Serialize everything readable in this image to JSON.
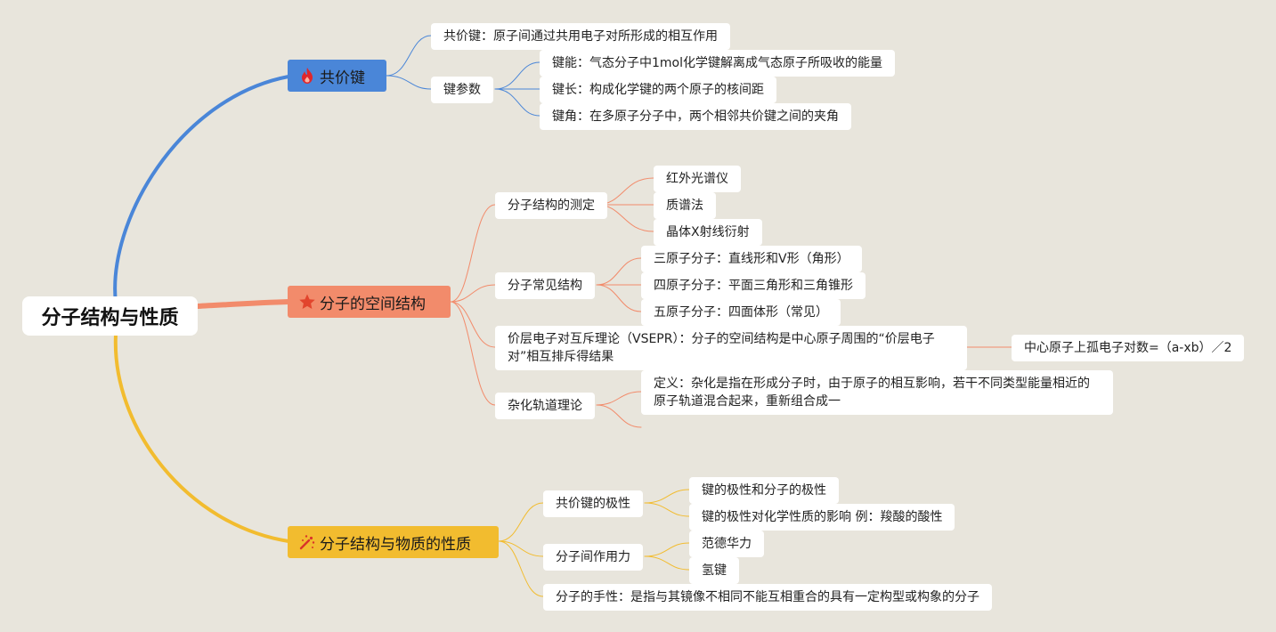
{
  "root": {
    "label": "分子结构与性质"
  },
  "colors": {
    "background": "#e8e5dc",
    "branch_covalent": "#4a86d8",
    "branch_spatial": "#f28b6b",
    "branch_property": "#f2bc2f",
    "flame_icon": "#e0262b",
    "star_icon": "#e2452d",
    "sparkle_icon": "#d9342a"
  },
  "branches": {
    "covalent": {
      "label": "共价键",
      "icon": "flame-icon",
      "definition": "共价键：原子间通过共用电子对所形成的相互作用",
      "params": {
        "label": "键参数",
        "items": [
          "键能：气态分子中1mol化学键解离成气态原子所吸收的能量",
          "键长：构成化学键的两个原子的核间距",
          "键角：在多原子分子中，两个相邻共价键之间的夹角"
        ]
      }
    },
    "spatial": {
      "label": "分子的空间结构",
      "icon": "star-icon",
      "measure": {
        "label": "分子结构的测定",
        "items": [
          "红外光谱仪",
          "质谱法",
          "晶体X射线衍射"
        ]
      },
      "common": {
        "label": "分子常见结构",
        "items": [
          "三原子分子：直线形和V形（角形）",
          "四原子分子：平面三角形和三角锥形",
          "五原子分子：四面体形（常见）"
        ]
      },
      "vsepr": {
        "label": "价层电子对互斥理论（VSEPR）：分子的空间结构是中心原子周围的“价层电子对”相互排斥得结果",
        "formula": "中心原子上孤电子对数=（a-xb）／2"
      },
      "hybrid": {
        "label": "杂化轨道理论",
        "definition": "定义：杂化是指在形成分子时，由于原子的相互影响，若干不同类型能量相近的原子轨道混合起来，重新组合成一"
      }
    },
    "property": {
      "label": "分子结构与物质的性质",
      "icon": "sparkle-icon",
      "polarity": {
        "label": "共价键的极性",
        "items": [
          "键的极性和分子的极性",
          "键的极性对化学性质的影响 例：羧酸的酸性"
        ]
      },
      "intermolecular": {
        "label": "分子间作用力",
        "items": [
          "范德华力",
          "氢键"
        ]
      },
      "chirality": "分子的手性：是指与其镜像不相同不能互相重合的具有一定构型或构象的分子"
    }
  }
}
